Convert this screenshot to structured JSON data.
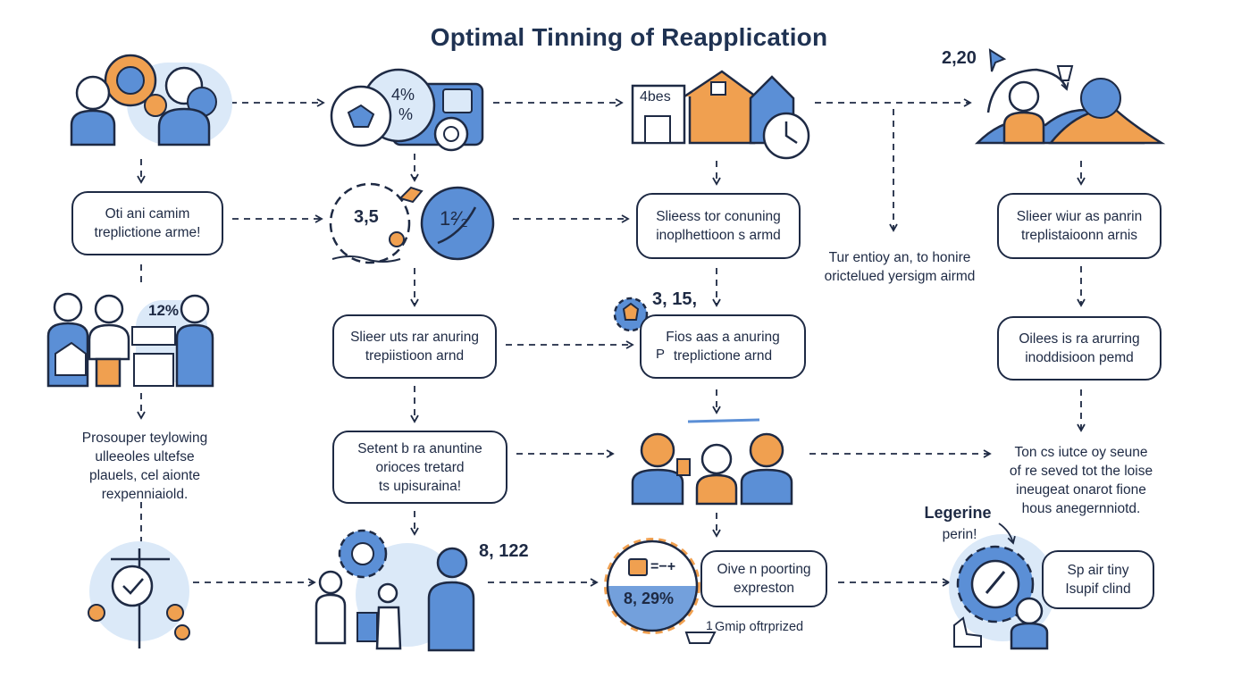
{
  "title": "Optimal Tinning of Reapplication",
  "boxes": {
    "c1r2": "Oti ani camim\ntreplictione arme!",
    "c3r2": "Slieess tor conuning\ninoplhettioon s armd",
    "c4r2": "Slieer wiur as panrin\ntreplistaioonn arnis",
    "c2r3": "Slieer uts rar anuring\ntrepiistioon arnd",
    "c3r3": "Fios aas a anuring\ntreplictione arnd",
    "c4r3": "Oilees is ra arurring\ninoddisioon pemd",
    "c2r4": "Setent b ra anuntine\norioces tretard\nts upisuraina!",
    "c3r5": "Oive n poorting\nexpreston",
    "c4r5": "Sp air tiny\nIsupif clind"
  },
  "texts": {
    "c1r4": "Prosouper teylowing\nulleeoles ultefse\nplauels, cel aionte\nrexpenniaiold.",
    "c34r2": "Tur entioy an, to honire\norictelued yersigm airmd",
    "c4r4": "Ton cs iutce oy seune\nof re seved tot the loise\nineugeat onarot fione\nhous anegernniotd.",
    "legend_title": "Legerine",
    "legend_sub": "perin!",
    "c3r5_note": "Gmip oftrprized"
  },
  "numbers": {
    "c4r1": "2,20",
    "c3r1": "4bes",
    "c2r1_a": "4%",
    "c2r1_b": "%",
    "c2r2": "3,5",
    "c2r2_frac": "1²⁄₂",
    "c1r3": "12%",
    "c3r3": "3, 15,",
    "c2r5": "8, 122",
    "c3r5": "8, 29%",
    "c3r5_eq": "=−+",
    "c3r5_small": "1",
    "c3r3_tag": "P"
  },
  "colors": {
    "navy": "#1e2a44",
    "blue": "#5b8fd6",
    "light_blue": "#dbe9f8",
    "orange": "#f0a050"
  }
}
